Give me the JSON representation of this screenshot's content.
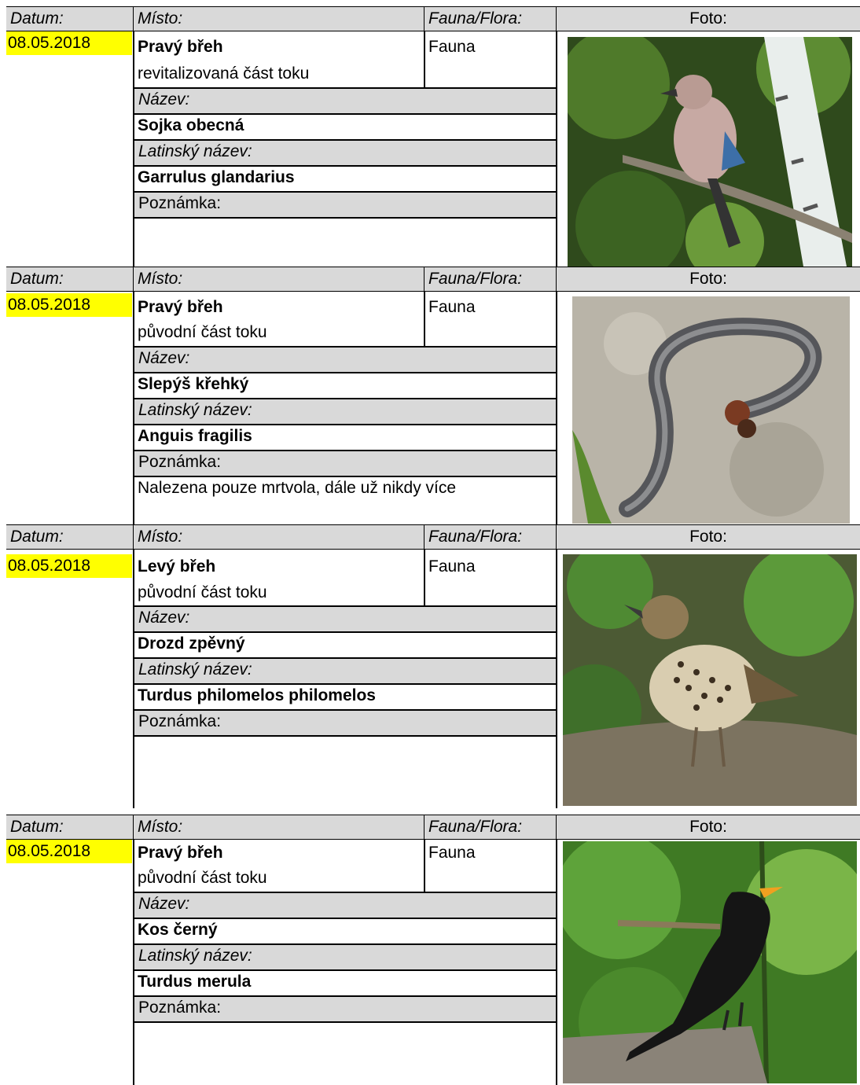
{
  "headers": {
    "date": "Datum:",
    "place": "Místo:",
    "fauna_flora": "Fauna/Flora:",
    "photo": "Foto:",
    "name": "Název:",
    "latin": "Latinský název:",
    "note": "Poznámka:"
  },
  "records": [
    {
      "date": "08.05.2018",
      "place": "Pravý břeh",
      "place_detail": "revitalizovaná část toku",
      "fauna_flora": "Fauna",
      "name": "Sojka obecná",
      "latin": "Garrulus glandarius",
      "note": "",
      "photo_icon": "jay-photo"
    },
    {
      "date": "08.05.2018",
      "place": "Pravý břeh",
      "place_detail": "původní část toku",
      "fauna_flora": "Fauna",
      "name": "Slepýš křehký",
      "latin": "Anguis fragilis",
      "note": "Nalezena pouze mrtvola, dále už nikdy více",
      "photo_icon": "slowworm-photo"
    },
    {
      "date": "08.05.2018",
      "place": "Levý břeh",
      "place_detail": "původní část toku",
      "fauna_flora": "Fauna",
      "name": "Drozd zpěvný",
      "latin": "Turdus philomelos philomelos",
      "note": "",
      "photo_icon": "song-thrush-photo"
    },
    {
      "date": "08.05.2018",
      "place": "Pravý břeh",
      "place_detail": "původní část toku",
      "fauna_flora": "Fauna",
      "name": "Kos černý",
      "latin": "Turdus merula",
      "note": "",
      "photo_icon": "blackbird-photo"
    }
  ]
}
